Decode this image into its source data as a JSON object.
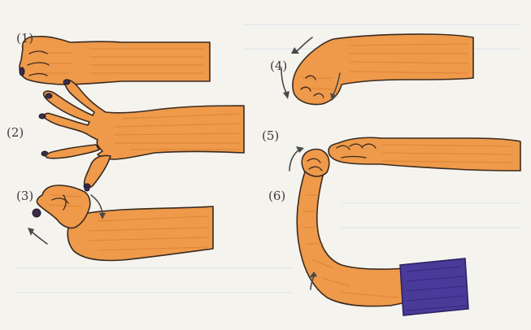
{
  "steps": [
    {
      "label": "(1)"
    },
    {
      "label": "(2)"
    },
    {
      "label": "(3)"
    },
    {
      "label": "(4)"
    },
    {
      "label": "(5)"
    },
    {
      "label": "(6)"
    }
  ],
  "colors": {
    "skin": "#ee9a4a",
    "nail": "#3b2c4a",
    "sleeve": "#4a3a9a",
    "paper": "#f5f3ee"
  }
}
